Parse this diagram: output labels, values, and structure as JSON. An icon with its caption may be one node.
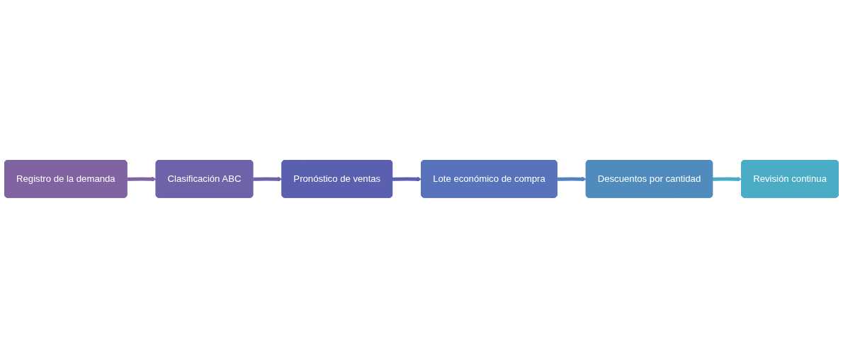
{
  "diagram": {
    "nodes": [
      {
        "text": [
          "Registro de la demanda"
        ]
      },
      {
        "text": [
          "Clasificación ABC"
        ]
      },
      {
        "text": [
          "Pronóstico de ventas"
        ]
      },
      {
        "text": [
          "Lote económico de compra"
        ]
      },
      {
        "text": [
          "Descuentos por cantidad"
        ]
      },
      {
        "text": [
          "Revisión continua"
        ]
      }
    ],
    "edges": [
      {
        "from": 0,
        "to": 1,
        "arrow": "to",
        "color": "#8064a2"
      },
      {
        "from": 1,
        "to": 2,
        "arrow": "to",
        "color": "#6e62a8"
      },
      {
        "from": 2,
        "to": 3,
        "arrow": "to",
        "color": "#5a5fb0"
      },
      {
        "from": 3,
        "to": 4,
        "arrow": "to",
        "color": "#5382be"
      },
      {
        "from": 4,
        "to": 5,
        "arrow": "to",
        "color": "#4bacc6"
      }
    ]
  }
}
